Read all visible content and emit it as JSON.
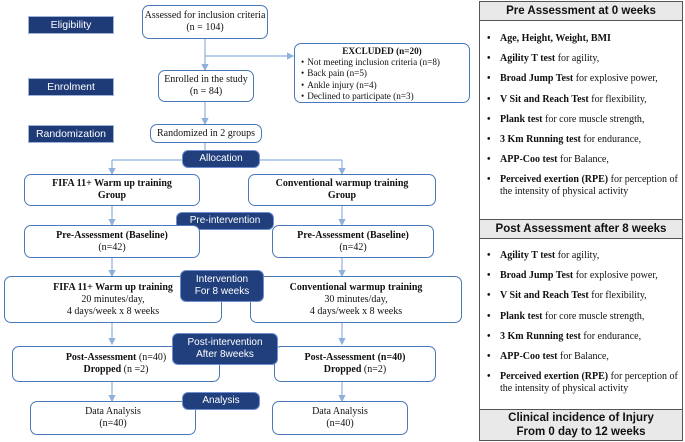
{
  "stages": {
    "eligibility": "Eligibility",
    "enrolment": "Enrolment",
    "randomization": "Randomization"
  },
  "flow": {
    "assessed": {
      "line1": "Assessed for inclusion criteria",
      "line2": "(n = 104)"
    },
    "excluded": {
      "title": "EXCLUDED (n=20)",
      "items": [
        "Not meeting inclusion criteria (n=8)",
        "Back pain (n=5)",
        "Ankle injury (n=4)",
        "Declined to participate (n=3)"
      ]
    },
    "enrolled": {
      "line1": "Enrolled in the study",
      "line2": "(n = 84)"
    },
    "randomized": "Randomized in 2 groups",
    "allocation": "Allocation",
    "groups": {
      "left": {
        "line1": "FIFA 11+ Warm up training",
        "line2": "Group"
      },
      "right": {
        "line1": "Conventional warmup training",
        "line2": "Group"
      }
    },
    "pre_intervention": "Pre-intervention",
    "pre_assessment": {
      "left": {
        "label": "Pre-Assessment (Baseline)",
        "n": "(n=42)"
      },
      "right": {
        "label": "Pre-Assessment (Baseline)",
        "n": "(n=42)"
      }
    },
    "intervention": {
      "line1": "Intervention",
      "line2": "For 8 weeks"
    },
    "training": {
      "left": {
        "title": "FIFA 11+ Warm up training",
        "line2": "20 minutes/day,",
        "line3": "4 days/week x 8 weeks"
      },
      "right": {
        "title": "Conventional warmup training",
        "line2": "30 minutes/day,",
        "line3": "4 days/week x 8 weeks"
      }
    },
    "post_intervention": {
      "line1": "Post-intervention",
      "line2": "After 8weeks"
    },
    "post_assessment": {
      "left": {
        "label": "Post-Assessment",
        "n": "(n=40)",
        "dropped": "Dropped",
        "dropped_n": "(n =2)"
      },
      "right": {
        "label": "Post-Assessment (n=40)",
        "dropped": "Dropped",
        "dropped_n": "(n=2)"
      }
    },
    "analysis": "Analysis",
    "data_analysis": {
      "left": {
        "label": "Data Analysis",
        "n": "(n=40)"
      },
      "right": {
        "label": "Data Analysis",
        "n": "(n=40)"
      }
    }
  },
  "panel": {
    "pre_title": "Pre Assessment at 0 weeks",
    "pre_items": [
      {
        "bold": "Age, Height, Weight, BMI",
        "text": ""
      },
      {
        "bold": "Agility T test",
        "text": " for agility,"
      },
      {
        "bold": "Broad Jump Test",
        "text": " for explosive power,"
      },
      {
        "bold": "V Sit and Reach Test",
        "text": " for flexibility,"
      },
      {
        "bold": "Plank test",
        "text": " for core muscle strength,"
      },
      {
        "bold": "3 Km Running test",
        "text": " for endurance,"
      },
      {
        "bold": "APP-Coo test",
        "text": " for Balance,"
      },
      {
        "bold": "Perceived exertion (RPE)",
        "text": " for perception of the intensity of physical activity"
      }
    ],
    "post_title": "Post Assessment after 8 weeks",
    "post_items": [
      {
        "bold": "Agility T test",
        "text": " for agility,"
      },
      {
        "bold": "Broad Jump Test",
        "text": " for explosive power,"
      },
      {
        "bold": "V Sit and Reach Test",
        "text": " for flexibility,"
      },
      {
        "bold": "Plank test",
        "text": " for core muscle strength,"
      },
      {
        "bold": "3 Km Running test",
        "text": " for endurance,"
      },
      {
        "bold": "APP-Coo test",
        "text": " for Balance,"
      },
      {
        "bold": "Perceived exertion (RPE)",
        "text": " for perception of the intensity of physical activity"
      }
    ],
    "injury_title_1": "Clinical incidence of Injury",
    "injury_title_2": "From 0 day to 12 weeks"
  },
  "colors": {
    "stage": "#1f3b77",
    "pill": "#213f7c",
    "border": "#4a79b8",
    "arrow": "#8fb0dc"
  }
}
